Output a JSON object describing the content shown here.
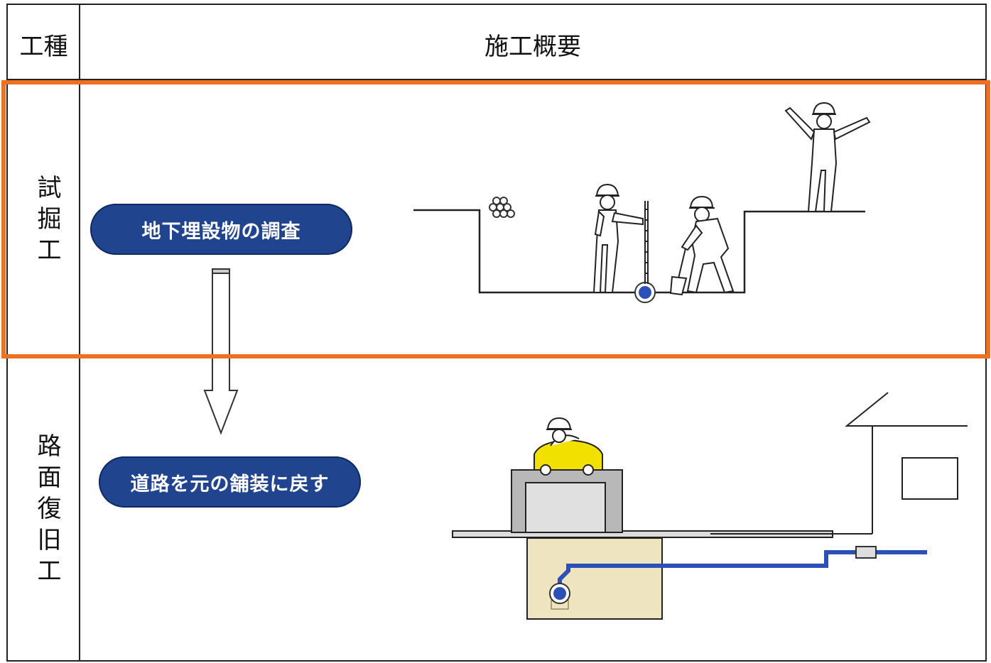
{
  "header": {
    "col1": "工種",
    "col2": "施工概要"
  },
  "rows": [
    {
      "category": "試掘工",
      "step": "地下埋設物の調査"
    },
    {
      "category": "路面復旧工",
      "step": "道路を元の舗装に戻す"
    }
  ],
  "colors": {
    "highlight": "#f07022",
    "pill": "#21448f",
    "pipe": "#2b51b8",
    "roller": "#f2e100",
    "soil": "#efe4c0"
  },
  "icons": [
    "down-arrow-icon",
    "pipe-bundle-icon",
    "worker-icon",
    "shovel-icon",
    "staff-rod-icon",
    "road-roller-icon",
    "house-icon",
    "water-pipe-icon"
  ]
}
